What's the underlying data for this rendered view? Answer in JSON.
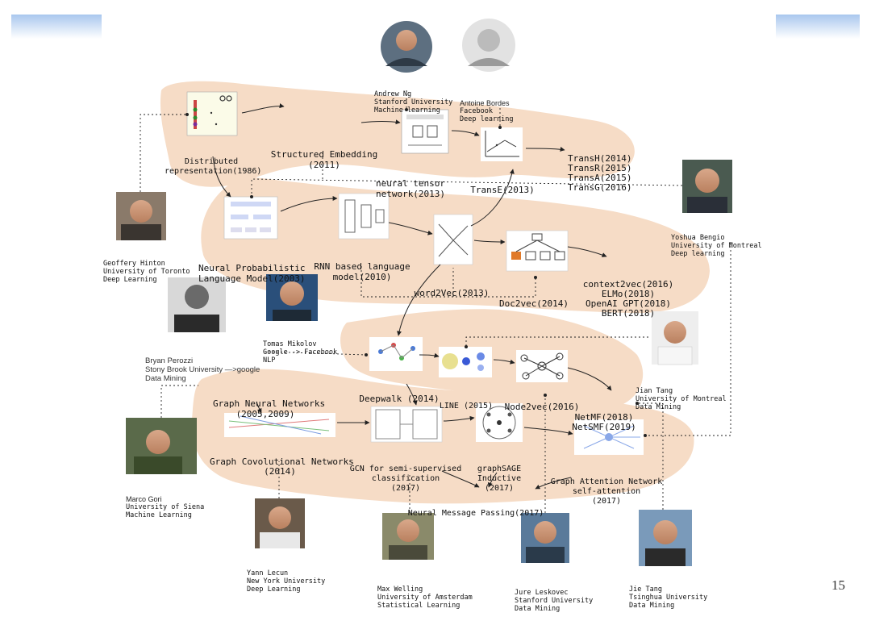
{
  "page_number": "15",
  "colors": {
    "highlight": "#f6dcc6",
    "connector": "#222222",
    "header_band": "#a9c7ee"
  },
  "nodes": {
    "distributed": {
      "lines": [
        "Distributed",
        "representation(1986)"
      ]
    },
    "structured": {
      "lines": [
        "Structured Embedding",
        "(2011)"
      ]
    },
    "ntn": {
      "lines": [
        "neural tensor",
        "network(2013)"
      ]
    },
    "transe": {
      "lines": [
        "TransE(2013)"
      ]
    },
    "transx": {
      "lines": [
        "TransH(2014)",
        "TransR(2015)",
        "TransA(2015)",
        "TransG(2016)"
      ]
    },
    "nplm": {
      "lines": [
        "Neural Probabilistic",
        "Language Model(2003)"
      ]
    },
    "rnnlm": {
      "lines": [
        "RNN based language",
        "model(2010)"
      ]
    },
    "word2vec": {
      "lines": [
        "word2Vec(2013)"
      ]
    },
    "doc2vec": {
      "lines": [
        "Doc2vec(2014)"
      ]
    },
    "context": {
      "lines": [
        "context2vec(2016)",
        "ELMo(2018)",
        "OpenAI GPT(2018)",
        "BERT(2018)"
      ]
    },
    "deepwalk": {
      "lines": [
        "Deepwalk (2014)"
      ]
    },
    "line": {
      "lines": [
        "LINE (2015)"
      ]
    },
    "node2vec": {
      "lines": [
        "Node2vec(2016)"
      ]
    },
    "netmf": {
      "lines": [
        "NetMF(2018)",
        "NetSMF(2019)"
      ]
    },
    "gnn": {
      "lines": [
        "Graph Neural Networks",
        "(2005,2009)"
      ]
    },
    "gconv": {
      "lines": [
        "Graph Covolutional Networks",
        "(2014)"
      ]
    },
    "gcn": {
      "lines": [
        "GCN for semi-supervised",
        "classification",
        "(2017)"
      ]
    },
    "graphsage": {
      "lines": [
        "graphSAGE",
        "Inductive",
        "(2017)"
      ]
    },
    "gat": {
      "lines": [
        "Graph Attention Network",
        "self-attention",
        "(2017)"
      ]
    },
    "nmp": {
      "lines": [
        "Neural Message Passing(2017)"
      ]
    }
  },
  "people": {
    "andrew_ng": {
      "lines": [
        "Andrew Ng",
        "Stanford University",
        "Machine learning"
      ]
    },
    "antoine_bordes": {
      "lines": [
        "Antoine Bordes",
        "Facebook",
        "Deep learning"
      ]
    },
    "hinton": {
      "lines": [
        "Geoffery Hinton",
        "University of Toronto",
        "Deep Learning"
      ]
    },
    "bengio": {
      "lines": [
        "Yoshua Bengio",
        "University of Montreal",
        "Deep learning"
      ]
    },
    "mikolov": {
      "lines": [
        "Tomas Mikolov",
        "Google -> Facebook",
        "NLP"
      ]
    },
    "perozzi": {
      "lines": [
        "Bryan Perozzi",
        "Stony Brook University —>google",
        "Data Mining"
      ]
    },
    "jian_tang": {
      "lines": [
        "Jian Tang",
        "University of Montreal",
        "Data Mining"
      ]
    },
    "gori": {
      "lines": [
        "Marco Gori",
        "University of Siena",
        "Machine Learning"
      ]
    },
    "lecun": {
      "lines": [
        "Yann Lecun",
        "New York University",
        "Deep Learning"
      ]
    },
    "welling": {
      "lines": [
        "Max Welling",
        "University of Amsterdam",
        "Statistical Learning"
      ]
    },
    "leskovec": {
      "lines": [
        "Jure Leskovec",
        "Stanford University",
        "Data Mining"
      ]
    },
    "jie_tang": {
      "lines": [
        "Jie Tang",
        "Tsinghua University",
        "Data Mining"
      ]
    }
  }
}
